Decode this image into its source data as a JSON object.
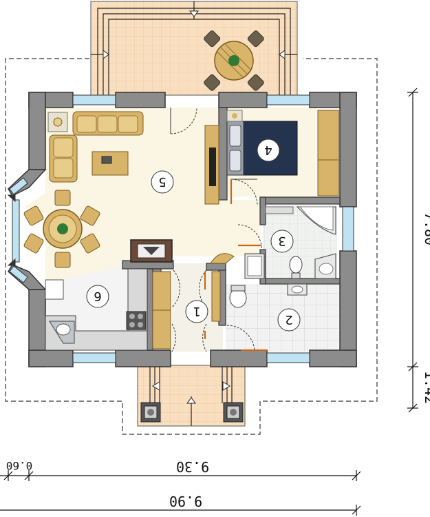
{
  "plan": {
    "rooms": [
      {
        "id": "1",
        "label": "1",
        "color": "#f4f1e8"
      },
      {
        "id": "2",
        "label": "2",
        "color": "#f0f0f0"
      },
      {
        "id": "3",
        "label": "3",
        "color": "#eef0ee"
      },
      {
        "id": "4",
        "label": "4",
        "color": "#fbf5e3"
      },
      {
        "id": "5",
        "label": "5",
        "color": "#fbf5e3"
      },
      {
        "id": "6",
        "label": "6",
        "color": "#f4f4f4"
      }
    ],
    "dimensions": {
      "height_main": "7.80",
      "height_porch": "1.42",
      "width_inner": "9.30",
      "width_overhang": "0.60",
      "width_total": "9.90"
    },
    "colors": {
      "wall": "#8c8c8c",
      "terrace": "#f9dfbf",
      "floor_warm": "#fbf5e3",
      "tile": "#ededed",
      "furniture": "#d8b46a",
      "bed": "#24344f",
      "window": "#bfe3f2"
    }
  }
}
